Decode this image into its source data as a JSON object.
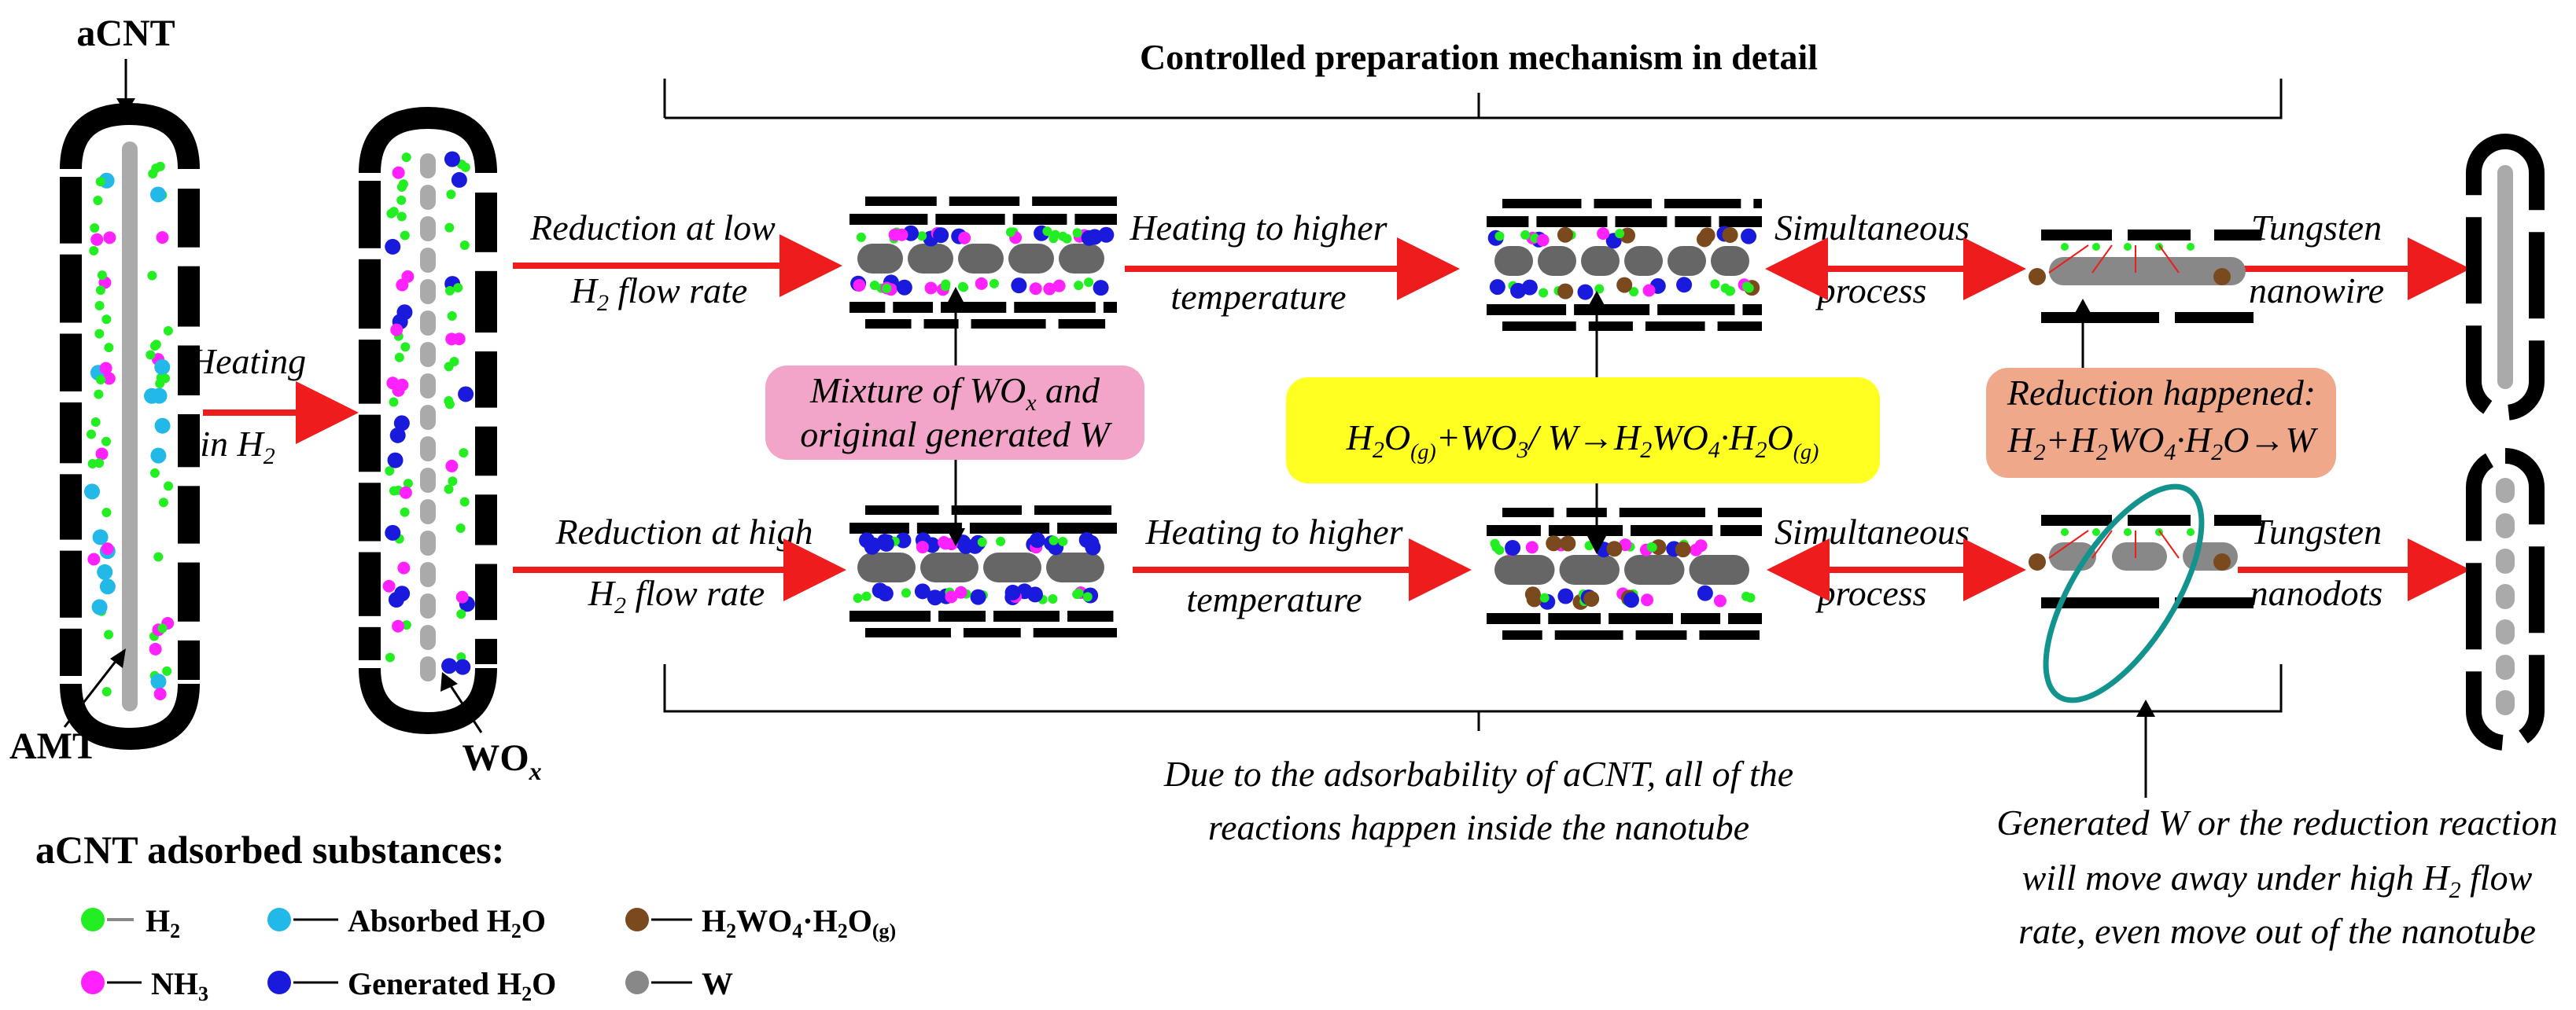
{
  "labels": {
    "acnt": "aCNT",
    "amt": "AMT",
    "wox_main": "WO",
    "wox_sub": "x",
    "title": "Controlled preparation mechanism in detail",
    "heating_line1": "Heating",
    "heating_line2": "in H",
    "heating_sub": "2",
    "red_low_1": "Reduction at low",
    "red_low_2a": "H",
    "red_low_2sub": "2",
    "red_low_2b": " flow rate",
    "red_high_1": "Reduction at high",
    "red_high_2a": "H",
    "red_high_2sub": "2",
    "red_high_2b": " flow rate",
    "heat_high_1": "Heating to higher",
    "heat_high_2": "temperature",
    "simul_1": "Simultaneous",
    "simul_2": "process",
    "tung_wire_1": "Tungsten",
    "tung_wire_2": "nanowire",
    "tung_dots_1": "Tungsten",
    "tung_dots_2": "nanodots",
    "pink_box_1a": "Mixture of WO",
    "pink_box_1sub": "x",
    "pink_box_1b": " and",
    "pink_box_2": "original generated W",
    "yellow_eq": {
      "a": "H",
      "b": "2",
      "c": "O",
      "d": "(g)",
      "e": "+WO",
      "f": "3",
      "g": "/ W→H",
      "h": "2",
      "i": "WO",
      "j": "4",
      "k": "·H",
      "l": "2",
      "m": "O",
      "n": "(g)"
    },
    "orange_1": "Reduction happened:",
    "orange_eq": {
      "a": "H",
      "b": "2",
      "c": "+H",
      "d": "2",
      "e": "WO",
      "f": "4",
      "g": "·H",
      "h": "2",
      "i": "O→W"
    },
    "bottom_note_1": "Due to the adsorbability of  aCNT, all of the",
    "bottom_note_2": "reactions happen inside the nanotube",
    "right_note_1": "Generated W or the reduction reaction",
    "right_note_2a": "will move away under high H",
    "right_note_2sub": "2",
    "right_note_2b": "  flow",
    "right_note_3": "rate, even move out of the nanotube"
  },
  "legend": {
    "title": "aCNT adsorbed substances:",
    "items": [
      {
        "name": "H",
        "sub": "2",
        "color": "#22ee22"
      },
      {
        "name": "Absorbed H",
        "sub": "2",
        "tail": "O",
        "color": "#22b8e8"
      },
      {
        "name": "H",
        "sub": "2",
        "tail": "WO",
        "sub2": "4",
        "tail2": "·H",
        "sub3": "2",
        "tail3": "O",
        "sub4": "(g)",
        "color": "#7a4a1e"
      },
      {
        "name": "NH",
        "sub": "3",
        "color": "#ff22ff"
      },
      {
        "name": "Generated H",
        "sub": "2",
        "tail": "O",
        "color": "#1a1adc"
      },
      {
        "name": "W",
        "color": "#888888"
      }
    ]
  },
  "colors": {
    "arrow": "#ee1c1c",
    "pink_box": "#f2a5c8",
    "yellow_box": "#ffff22",
    "orange_box": "#f0a88a",
    "teal_ellipse": "#13938e",
    "h2": "#22ee22",
    "absorbed_h2o": "#22b8e8",
    "nh3": "#ff22ff",
    "generated_h2o": "#1a1adc",
    "h2wo4": "#7a4a1e",
    "w": "#888888"
  }
}
